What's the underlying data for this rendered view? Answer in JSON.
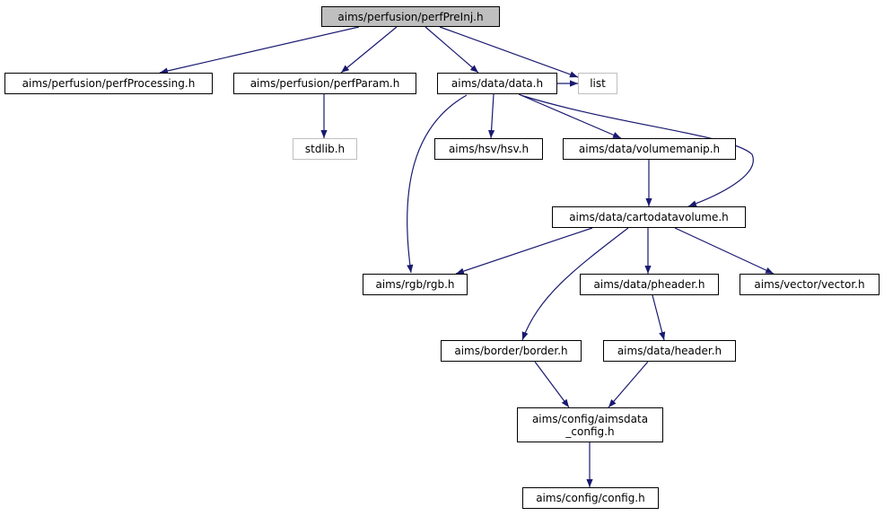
{
  "colors": {
    "edge": "#191970",
    "node_border": "#000000",
    "external_border": "#bfbfbf",
    "root_fill": "#bfbfbf"
  },
  "nodes": {
    "perfPreInj": "aims/perfusion/perfPreInj.h",
    "perfProcessing": "aims/perfusion/perfProcessing.h",
    "perfParam": "aims/perfusion/perfParam.h",
    "data": "aims/data/data.h",
    "list": "list",
    "stdlib": "stdlib.h",
    "hsv": "aims/hsv/hsv.h",
    "volumemanip": "aims/data/volumemanip.h",
    "cartodatavolume": "aims/data/cartodatavolume.h",
    "rgb": "aims/rgb/rgb.h",
    "pheader": "aims/data/pheader.h",
    "vector": "aims/vector/vector.h",
    "border": "aims/border/border.h",
    "header": "aims/data/header.h",
    "aimsdata_config_line1": "aims/config/aimsdata",
    "aimsdata_config_line2": "_config.h",
    "config": "aims/config/config.h"
  },
  "edges": [
    [
      "perfPreInj",
      "perfProcessing"
    ],
    [
      "perfPreInj",
      "perfParam"
    ],
    [
      "perfPreInj",
      "data"
    ],
    [
      "perfPreInj",
      "list"
    ],
    [
      "perfParam",
      "stdlib"
    ],
    [
      "data",
      "list"
    ],
    [
      "data",
      "rgb"
    ],
    [
      "data",
      "hsv"
    ],
    [
      "data",
      "volumemanip"
    ],
    [
      "data",
      "cartodatavolume"
    ],
    [
      "volumemanip",
      "cartodatavolume"
    ],
    [
      "cartodatavolume",
      "rgb"
    ],
    [
      "cartodatavolume",
      "border"
    ],
    [
      "cartodatavolume",
      "pheader"
    ],
    [
      "cartodatavolume",
      "vector"
    ],
    [
      "pheader",
      "header"
    ],
    [
      "border",
      "aimsdata_config"
    ],
    [
      "header",
      "aimsdata_config"
    ],
    [
      "aimsdata_config",
      "config"
    ]
  ]
}
